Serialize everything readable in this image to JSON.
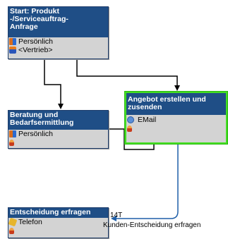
{
  "nodes": {
    "start": {
      "title_lines": [
        "Start: Produkt",
        "-/Serviceauftrag-",
        "Anfrage"
      ],
      "rows": [
        {
          "icon": "persons-icon",
          "text": "Persönlich"
        },
        {
          "icon": "role-icon",
          "text": "<Vertrieb>"
        }
      ]
    },
    "beratung": {
      "title_lines": [
        "Beratung und",
        "Bedarfsermittlung"
      ],
      "rows": [
        {
          "icon": "persons-icon",
          "text": "Persönlich"
        },
        {
          "icon": "person-icon",
          "text": ""
        }
      ]
    },
    "angebot": {
      "title_lines": [
        "Angebot erstellen und",
        "zusenden"
      ],
      "rows": [
        {
          "icon": "email-icon",
          "text": "EMail"
        },
        {
          "icon": "person-icon",
          "text": ""
        }
      ]
    },
    "entscheidung": {
      "title_lines": [
        "Entscheidung erfragen"
      ],
      "rows": [
        {
          "icon": "phone-icon",
          "text": "Telefon"
        },
        {
          "icon": "person-icon",
          "text": ""
        }
      ]
    }
  },
  "edge_labels": {
    "delay": "14T",
    "wait_text": "Kunden-Entscheidung erfragen"
  },
  "colors": {
    "node_header": "#1f4e86",
    "node_body": "#d3d3d3",
    "selected_border": "#44dd22",
    "edge": "#000000",
    "edge_to_decision": "#1f5fa8"
  }
}
